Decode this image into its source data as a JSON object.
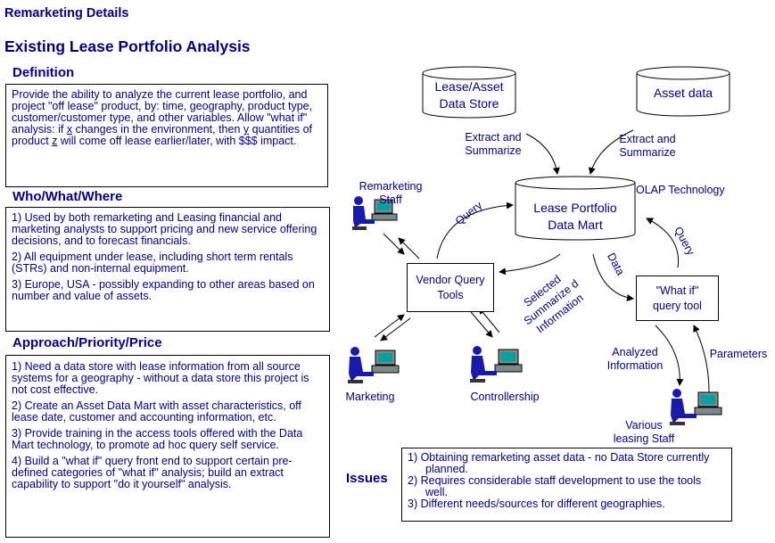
{
  "header": {
    "section": "Remarketing Details",
    "title": "Existing Lease Portfolio Analysis"
  },
  "definition": {
    "heading": "Definition",
    "text_before_x": "Provide the ability to analyze the current lease portfolio, and project \"off lease\" product, by: time, geography, product type, customer/customer type, and other variables.  Allow \"what if\" analysis:  if ",
    "var_x": "x",
    "text_after_x": " changes in the environment, then ",
    "var_y": "y",
    "text_after_y": " quantities of product ",
    "var_z": "z",
    "text_after_z": " will come off lease earlier/later, with $$$ impact."
  },
  "who": {
    "heading": "Who/What/Where",
    "items": [
      "1)  Used by both remarketing and Leasing financial and marketing analysts to support pricing and new service offering decisions, and to forecast financials.",
      "2)  All equipment under lease, including short term rentals (STRs) and non-internal equipment.",
      "3)  Europe, USA - possibly expanding to other areas based on number and value of assets."
    ]
  },
  "approach": {
    "heading": "Approach/Priority/Price",
    "items": [
      "1)  Need a data store with lease information from all source systems for a geography - without a data store this project is not cost effective.",
      "2)  Create an Asset Data Mart with asset characteristics,  off lease date, customer and accounting information, etc.",
      "3)  Provide training in the access tools offered with the Data Mart technology, to promote ad hoc query self service.",
      "4)  Build a \"what if\" query front end to support certain pre-defined categories of \"what if\" analysis; build an extract capability to support \"do it yourself\" analysis."
    ]
  },
  "issues": {
    "label": "Issues",
    "items": [
      "1)  Obtaining remarketing asset data - no Data Store currently planned.",
      "2)  Requires considerable staff development to use the tools well.",
      "3)  Different needs/sources for different geographies."
    ]
  },
  "diagram": {
    "lease_store": "Lease/Asset Data Store",
    "asset_data": "Asset data",
    "data_mart": "Lease Portfolio Data Mart",
    "extract_left": "Extract and Summarize",
    "extract_right": "Extract and Summarize",
    "olap": "OLAP Technology",
    "vendor_tools": "Vendor Query Tools",
    "what_if_tool": "\"What if\" query tool",
    "query_left": "Query",
    "query_right": "Query",
    "data_label": "Data",
    "selected_info": "Selected Summarize d Information",
    "analyzed_info": "Analyzed Information",
    "parameters": "Parameters",
    "remarketing_staff": "Remarketing Staff",
    "marketing": "Marketing",
    "controllership": "Controllership",
    "leasing_staff": "Various leasing Staff"
  },
  "colors": {
    "text": "#000080",
    "person": "#1a1aa8",
    "monitor": "#7a8a8a",
    "screen": "#00a0a0"
  }
}
